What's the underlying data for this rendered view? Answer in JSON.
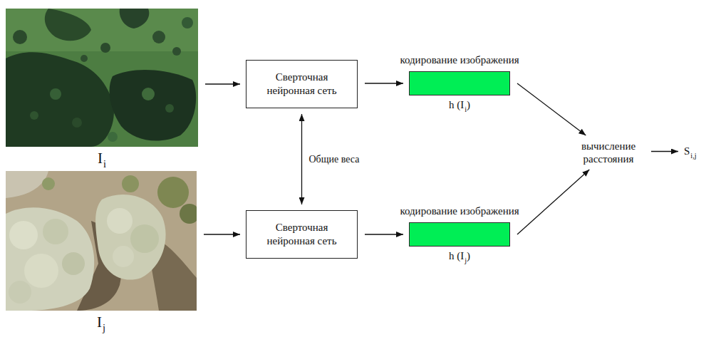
{
  "diagram": {
    "nodes": [
      {
        "text": [
          "I",
          "i"
        ]
      },
      {
        "text": [
          "Сверточная нейронная сеть"
        ]
      },
      {
        "text": [
          "кодирование изображения",
          "h (I",
          "i",
          ")"
        ]
      },
      {
        "text": [
          "I",
          "j"
        ]
      },
      {
        "text": [
          "Сверточная нейронная сеть"
        ]
      },
      {
        "text": [
          "кодирование изображения",
          "h (I",
          "j",
          ")"
        ]
      },
      {
        "text": [
          "вычисление расстояния"
        ]
      },
      {
        "text": [
          "S",
          "i,j"
        ]
      }
    ],
    "edges": [
      {
        "from": 0,
        "to": 1,
        "arrow": "to"
      },
      {
        "from": 1,
        "to": 2,
        "arrow": "to"
      },
      {
        "from": 2,
        "to": 6,
        "arrow": "to"
      },
      {
        "from": 3,
        "to": 4,
        "arrow": "to"
      },
      {
        "from": 4,
        "to": 5,
        "arrow": "to"
      },
      {
        "from": 5,
        "to": 6,
        "arrow": "to"
      },
      {
        "from": 6,
        "to": 7,
        "arrow": "to"
      },
      {
        "from": 1,
        "to": 4,
        "label": "Общие веса",
        "arrow": "both"
      }
    ]
  }
}
